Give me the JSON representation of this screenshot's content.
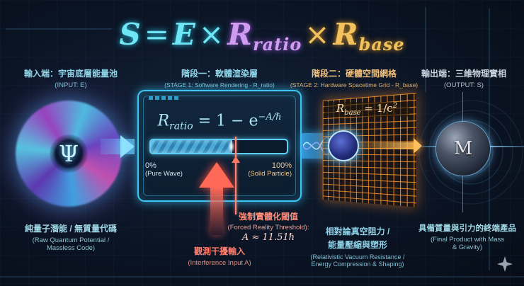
{
  "title": {
    "S": "S",
    "eq": "=",
    "E": "E",
    "times1": "×",
    "R1": "R",
    "R1_sub": "ratio",
    "times2": "×",
    "R2": "R",
    "R2_sub": "base",
    "colors": {
      "S_E": "#6fe6f5",
      "R_ratio": "#cf9cf0",
      "R_base": "#f2c35c"
    }
  },
  "input": {
    "label_cn": "輸入端：宇宙底層能量池",
    "label_en": "(INPUT: E)",
    "symbol": "Ψ",
    "desc_cn": "純量子潛能 / 無質量代碼",
    "desc_en_1": "(Raw Quantum Potential /",
    "desc_en_2": "Massless Code)"
  },
  "stage1": {
    "label_cn": "階段一：軟體渲染層",
    "label_en": "(STAGE 1: Software Rendering - R_ratio)",
    "formula": {
      "lhs": "R",
      "lhs_sub": "ratio",
      "rhs": " = 1 − e",
      "exp": "−A/ℏ"
    },
    "progress": {
      "min_pct": "0%",
      "min_label": "(Pure Wave)",
      "max_pct": "100%",
      "max_label": "(Solid Particle)",
      "fill_color": "#4aa8d8"
    },
    "threshold": {
      "label_cn": "強制實體化閾值",
      "label_en": "(Forced Reality Threshold):",
      "value": "A ≈ 11.51ℏ"
    },
    "interference": {
      "label_cn": "觀測干擾輸入",
      "label_en": "(Interference Input A)"
    }
  },
  "stage2": {
    "label_cn": "階段二：硬體空間網格",
    "label_en": "(STAGE 2: Hardware Spacetime Grid - R_base)",
    "formula": {
      "lhs": "R",
      "lhs_sub": "base",
      "rhs": " = 1/c",
      "exp": "2"
    },
    "desc_cn_1": "相對論真空阻力 /",
    "desc_cn_2": "能量壓縮與塑形",
    "desc_en_1": "(Relativistic Vacuum Resistance /",
    "desc_en_2": "Energy Compression & Shaping)"
  },
  "output": {
    "label_cn": "輸出端：三維物理實相",
    "label_en": "(OUTPUT: S)",
    "symbol": "M",
    "desc_cn": "具備質量與引力的終端產品",
    "desc_en_1": "(Final Product with Mass",
    "desc_en_2": "& Gravity)"
  }
}
